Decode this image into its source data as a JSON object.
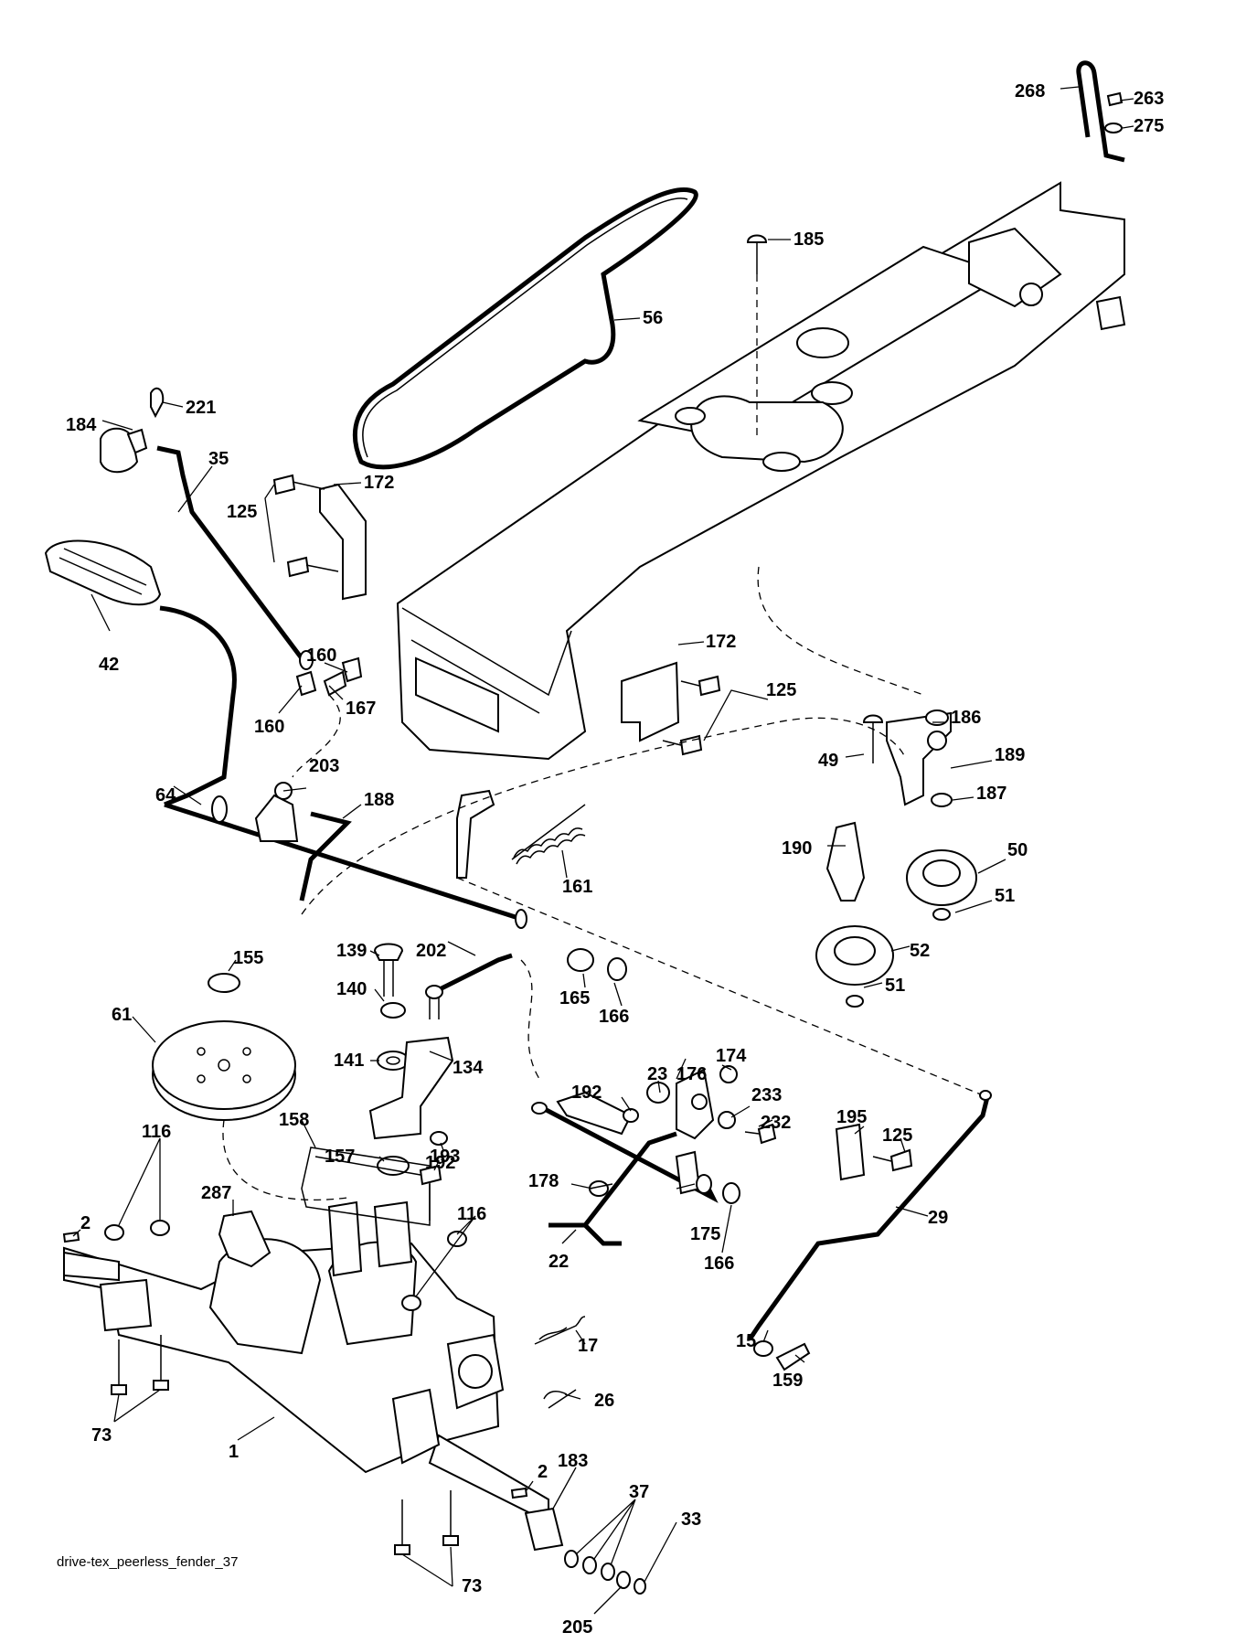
{
  "caption": "drive-tex_peerless_fender_37",
  "callouts": [
    {
      "id": "268",
      "label": "268"
    },
    {
      "id": "263",
      "label": "263"
    },
    {
      "id": "275",
      "label": "275"
    },
    {
      "id": "185",
      "label": "185"
    },
    {
      "id": "56",
      "label": "56"
    },
    {
      "id": "221",
      "label": "221"
    },
    {
      "id": "184",
      "label": "184"
    },
    {
      "id": "35",
      "label": "35"
    },
    {
      "id": "172a",
      "label": "172"
    },
    {
      "id": "125a",
      "label": "125"
    },
    {
      "id": "42",
      "label": "42"
    },
    {
      "id": "160a",
      "label": "160"
    },
    {
      "id": "167",
      "label": "167"
    },
    {
      "id": "160b",
      "label": "160"
    },
    {
      "id": "172b",
      "label": "172"
    },
    {
      "id": "125b",
      "label": "125"
    },
    {
      "id": "186",
      "label": "186"
    },
    {
      "id": "49",
      "label": "49"
    },
    {
      "id": "189",
      "label": "189"
    },
    {
      "id": "203",
      "label": "203"
    },
    {
      "id": "64",
      "label": "64"
    },
    {
      "id": "188",
      "label": "188"
    },
    {
      "id": "187",
      "label": "187"
    },
    {
      "id": "50",
      "label": "50"
    },
    {
      "id": "190",
      "label": "190"
    },
    {
      "id": "161",
      "label": "161"
    },
    {
      "id": "51a",
      "label": "51"
    },
    {
      "id": "139",
      "label": "139"
    },
    {
      "id": "202",
      "label": "202"
    },
    {
      "id": "52",
      "label": "52"
    },
    {
      "id": "155",
      "label": "155"
    },
    {
      "id": "51b",
      "label": "51"
    },
    {
      "id": "140",
      "label": "140"
    },
    {
      "id": "165",
      "label": "165"
    },
    {
      "id": "166a",
      "label": "166"
    },
    {
      "id": "61",
      "label": "61"
    },
    {
      "id": "141",
      "label": "141"
    },
    {
      "id": "134",
      "label": "134"
    },
    {
      "id": "174",
      "label": "174"
    },
    {
      "id": "192a",
      "label": "192"
    },
    {
      "id": "23",
      "label": "23"
    },
    {
      "id": "176",
      "label": "176"
    },
    {
      "id": "233",
      "label": "233"
    },
    {
      "id": "232",
      "label": "232"
    },
    {
      "id": "157",
      "label": "157"
    },
    {
      "id": "192b",
      "label": "192"
    },
    {
      "id": "195",
      "label": "195"
    },
    {
      "id": "125c",
      "label": "125"
    },
    {
      "id": "116a",
      "label": "116"
    },
    {
      "id": "158",
      "label": "158"
    },
    {
      "id": "193",
      "label": "193"
    },
    {
      "id": "178",
      "label": "178"
    },
    {
      "id": "287",
      "label": "287"
    },
    {
      "id": "175",
      "label": "175"
    },
    {
      "id": "29",
      "label": "29"
    },
    {
      "id": "116b",
      "label": "116"
    },
    {
      "id": "2a",
      "label": "2"
    },
    {
      "id": "22",
      "label": "22"
    },
    {
      "id": "166b",
      "label": "166"
    },
    {
      "id": "17",
      "label": "17"
    },
    {
      "id": "15",
      "label": "15"
    },
    {
      "id": "159",
      "label": "159"
    },
    {
      "id": "26",
      "label": "26"
    },
    {
      "id": "73a",
      "label": "73"
    },
    {
      "id": "1",
      "label": "1"
    },
    {
      "id": "2b",
      "label": "2"
    },
    {
      "id": "183",
      "label": "183"
    },
    {
      "id": "37",
      "label": "37"
    },
    {
      "id": "33",
      "label": "33"
    },
    {
      "id": "205",
      "label": "205"
    },
    {
      "id": "73b",
      "label": "73"
    }
  ]
}
